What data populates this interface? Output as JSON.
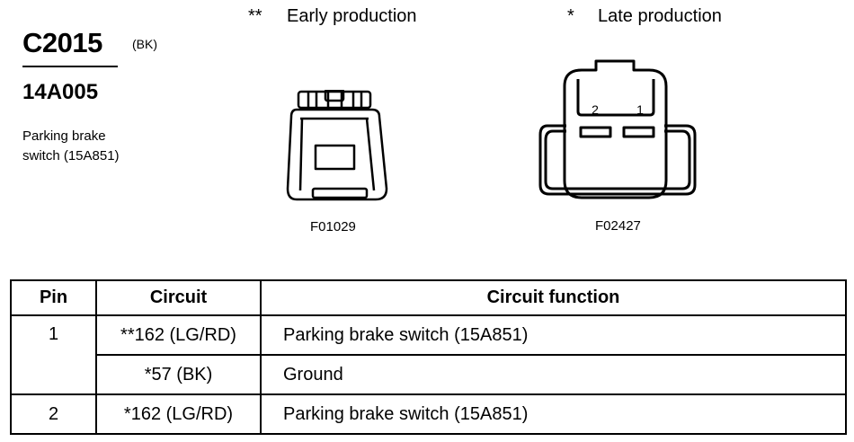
{
  "connector": {
    "id": "C2015",
    "color": "(BK)",
    "part_number": "14A005"
  },
  "component": {
    "line1": "Parking brake",
    "line2": "switch (15A851)"
  },
  "legend": {
    "early": {
      "mark": "**",
      "text": "Early production"
    },
    "late": {
      "mark": "*",
      "text": "Late production"
    }
  },
  "figures": {
    "early": {
      "ref": "F01029"
    },
    "late": {
      "ref": "F02427",
      "pin_labels": [
        "2",
        "1"
      ]
    }
  },
  "table": {
    "headers": {
      "pin": "Pin",
      "circuit": "Circuit",
      "function": "Circuit function"
    },
    "rows": [
      {
        "pin": "1",
        "circuit": "**162 (LG/RD)",
        "function": "Parking brake switch (15A851)"
      },
      {
        "pin": "",
        "circuit": "*57 (BK)",
        "function": "Ground"
      },
      {
        "pin": "2",
        "circuit": "*162 (LG/RD)",
        "function": "Parking brake switch (15A851)"
      }
    ]
  }
}
